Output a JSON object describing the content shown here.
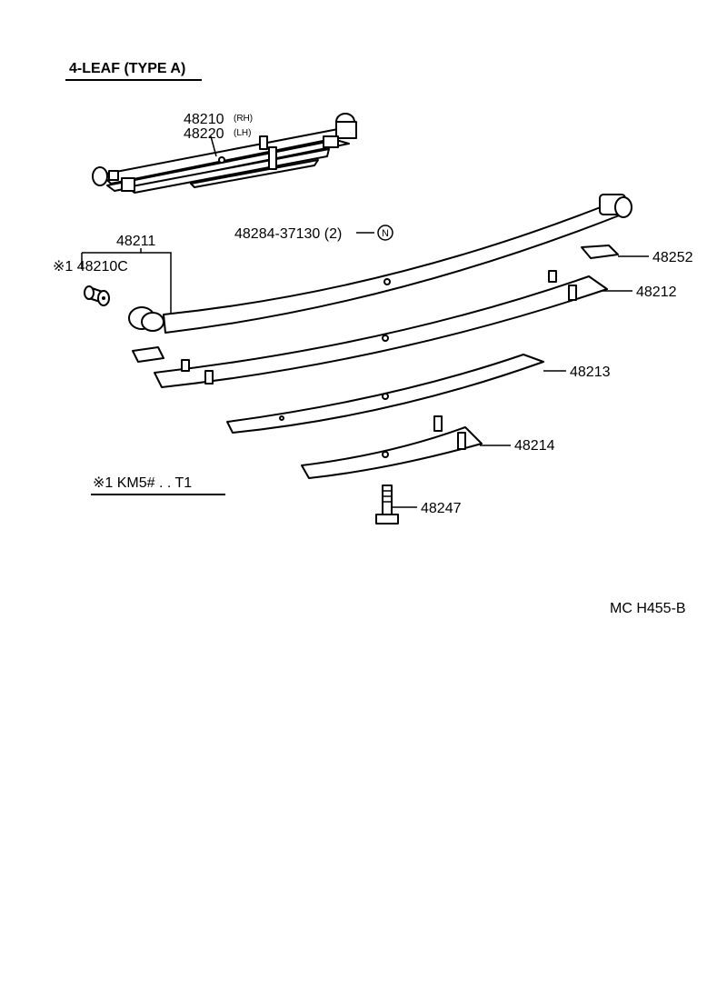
{
  "header": {
    "title": "4-LEAF (TYPE  A)"
  },
  "labels": {
    "spring_rh_part": "48210",
    "spring_rh_side": "(RH)",
    "spring_lh_part": "48220",
    "spring_lh_side": "(LH)",
    "leaf_main": "48211",
    "bushing": "※1 48210C",
    "bolt_ref": "48284-37130 (2)",
    "bolt_ref_marker": "N",
    "pad": "48252",
    "leaf_2": "48212",
    "leaf_3": "48213",
    "leaf_4": "48214",
    "center_bolt": "48247"
  },
  "footnote": {
    "text": "※1 KM5# . . T1"
  },
  "diagram_code": "MC  H455-B"
}
